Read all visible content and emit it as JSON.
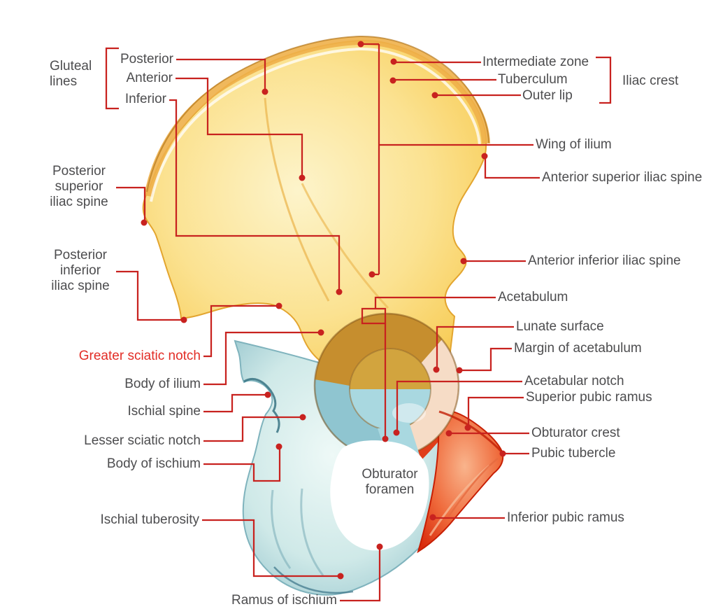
{
  "figure": {
    "subject_labels": {
      "gluteal_lines": "Gluteal\nlines",
      "gluteal_posterior": "Posterior",
      "gluteal_anterior": "Anterior",
      "gluteal_inferior": "Inferior",
      "posterior_superior_iliac_spine": "Posterior\nsuperior\niliac spine",
      "posterior_inferior_iliac_spine": "Posterior\ninferior\niliac spine",
      "greater_sciatic_notch": "Greater sciatic notch",
      "body_of_ilium": "Body of ilium",
      "ischial_spine": "Ischial spine",
      "lesser_sciatic_notch": "Lesser sciatic notch",
      "body_of_ischium": "Body of ischium",
      "ischial_tuberosity": "Ischial tuberosity",
      "ramus_of_ischium": "Ramus of ischium",
      "intermediate_zone": "Intermediate zone",
      "tuberculum": "Tuberculum",
      "outer_lip": "Outer lip",
      "iliac_crest": "Iliac crest",
      "wing_of_ilium": "Wing of ilium",
      "anterior_superior_iliac_spine": "Anterior superior iliac spine",
      "anterior_inferior_iliac_spine": "Anterior inferior iliac spine",
      "acetabulum": "Acetabulum",
      "lunate_surface": "Lunate surface",
      "margin_of_acetabulum": "Margin of acetabulum",
      "acetabular_notch": "Acetabular notch",
      "superior_pubic_ramus": "Superior pubic ramus",
      "obturator_crest": "Obturator crest",
      "pubic_tubercle": "Pubic tubercle",
      "inferior_pubic_ramus": "Inferior pubic ramus",
      "obturator_foramen": "Obturator\nforamen"
    },
    "colors": {
      "leader_line_red": "#c8221f",
      "label_text_gray": "#4d4d4f",
      "highlight_label_red": "#e22d26",
      "ilium_yellow": "#fbe291",
      "ischium_teal": "#cfe9e8",
      "pubis_orange": "#e8401c",
      "acetabulum_gold": "#c68e2e",
      "acetabulum_fossa_blue": "#a9d8e0",
      "lunate_peach": "#f6dcc6",
      "background": "#ffffff"
    }
  }
}
